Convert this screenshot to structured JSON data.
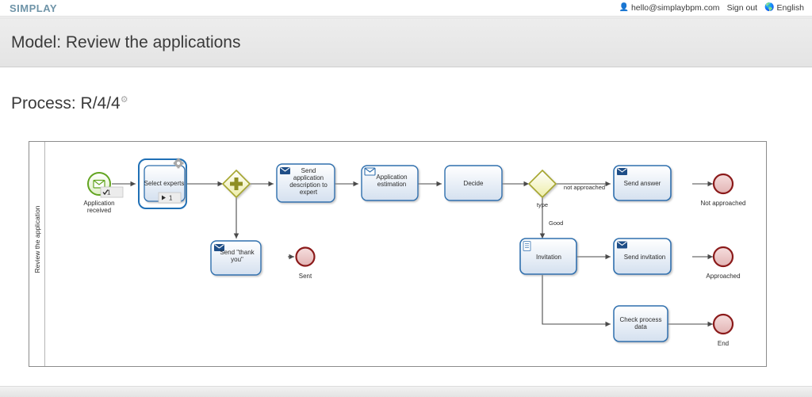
{
  "topbar": {
    "brand": "SIMPLAY",
    "user_icon": "user-icon",
    "user_email": "hello@simplaybpm.com",
    "sign_out": "Sign out",
    "globe_icon": "globe-icon",
    "language": "English"
  },
  "banner": {
    "title": "Model: Review the applications"
  },
  "process": {
    "title": "Process: R/4/4",
    "settings_icon": "gear-icon"
  },
  "diagram": {
    "lane_label": "Review the application",
    "nodes": [
      {
        "id": "start",
        "label": "Application received",
        "type": "start-message-event",
        "badge": "1",
        "badge_icon": "check-icon"
      },
      {
        "id": "select",
        "label": "Select experts",
        "type": "subprocess-task",
        "badge": "1",
        "badge_icon": "play-icon",
        "task_icon": "gear-icon"
      },
      {
        "id": "parallel",
        "label": "",
        "type": "parallel-gateway"
      },
      {
        "id": "send_desc",
        "label": "Send application description to expert",
        "type": "send-task",
        "task_icon": "envelope-filled-icon"
      },
      {
        "id": "thankyou",
        "label": "Send \"thank you\"",
        "type": "send-task",
        "task_icon": "envelope-filled-icon"
      },
      {
        "id": "sent_end",
        "label": "Sent",
        "type": "end-event"
      },
      {
        "id": "app_est",
        "label": "Application estimation",
        "type": "receive-task",
        "task_icon": "envelope-outline-icon"
      },
      {
        "id": "decide",
        "label": "Decide",
        "type": "task"
      },
      {
        "id": "type_gw",
        "label": "type",
        "type": "exclusive-gateway"
      },
      {
        "id": "send_answer",
        "label": "Send answer",
        "type": "send-task",
        "task_icon": "envelope-filled-icon"
      },
      {
        "id": "not_appr_end",
        "label": "Not approached",
        "type": "end-event"
      },
      {
        "id": "invitation",
        "label": "Invitation",
        "type": "script-task",
        "task_icon": "script-icon"
      },
      {
        "id": "send_inv",
        "label": "Send invitation",
        "type": "send-task",
        "task_icon": "envelope-filled-icon"
      },
      {
        "id": "approached_end",
        "label": "Approached",
        "type": "end-event"
      },
      {
        "id": "check_data",
        "label": "Check process data",
        "type": "task"
      },
      {
        "id": "end_end",
        "label": "End",
        "type": "end-event"
      }
    ],
    "flow_labels": {
      "not_approached": "not approached",
      "good": "Good"
    }
  },
  "colors": {
    "brand": "#6f94a8",
    "task_border": "#1f5c99",
    "task_fill_top": "#ffffff",
    "task_fill_bottom": "#d7e2f0",
    "start_event": "#62a420",
    "end_event": "#8b1a1a",
    "gateway": "#a6a62e",
    "banner_bg": "#e9e9e9",
    "frame_border": "#8c8c8c"
  }
}
